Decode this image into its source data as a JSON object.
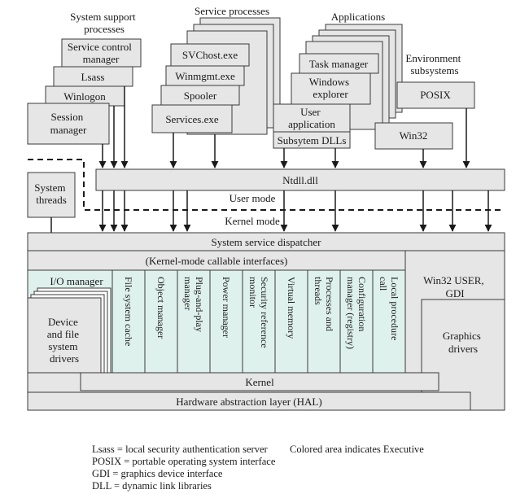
{
  "groups": {
    "system_support": [
      "System support",
      "processes"
    ],
    "service": "Service processes",
    "applications": "Applications",
    "environment": [
      "Environment",
      "subsystems"
    ]
  },
  "system_support_processes": {
    "service_control": [
      "Service control",
      "manager"
    ],
    "lsass": "Lsass",
    "winlogon": "Winlogon",
    "session": [
      "Session",
      "manager"
    ]
  },
  "service_processes": {
    "svchost": "SVChost.exe",
    "winmgmt": "Winmgmt.exe",
    "spooler": "Spooler",
    "services": "Services.exe"
  },
  "applications": {
    "task_manager": "Task manager",
    "explorer": [
      "Windows",
      "explorer"
    ],
    "user_app": [
      "User",
      "application"
    ],
    "subsystem_dlls": "Subsytem DLLs"
  },
  "environment_subsystems": {
    "posix": "POSIX",
    "win32": "Win32"
  },
  "ntdll": "Ntdll.dll",
  "system_threads": [
    "System",
    "threads"
  ],
  "user_mode": "User mode",
  "kernel_mode": "Kernel mode",
  "dispatcher": "System service dispatcher",
  "callable": "(Kernel-mode callable interfaces)",
  "io_manager": "I/O manager",
  "drivers": [
    "Device",
    "and file",
    "system",
    "drivers"
  ],
  "executive_columns": [
    [
      "File system cache"
    ],
    [
      "Object manager"
    ],
    [
      "Plug-and-play",
      "manager"
    ],
    [
      "Power manager"
    ],
    [
      "Security reference",
      "monitor"
    ],
    [
      "Virtual memory"
    ],
    [
      "Processes and",
      "threads"
    ],
    [
      "Configuration",
      "manager (registry)"
    ],
    [
      "Local procedure",
      "call"
    ]
  ],
  "win32_user_gdi": [
    "Win32 USER,",
    "GDI"
  ],
  "graphics_drivers": [
    "Graphics",
    "drivers"
  ],
  "kernel": "Kernel",
  "hal": "Hardware abstraction layer (HAL)",
  "legend": {
    "left": [
      "Lsass = local security authentication server",
      "POSIX = portable operating system interface",
      "GDI = graphics device interface",
      "DLL = dynamic link libraries"
    ],
    "right": "Colored area indicates Executive"
  },
  "colors": {
    "box": "#e6e6e6",
    "executive": "#dff1ec",
    "line": "#1a1a1a"
  }
}
